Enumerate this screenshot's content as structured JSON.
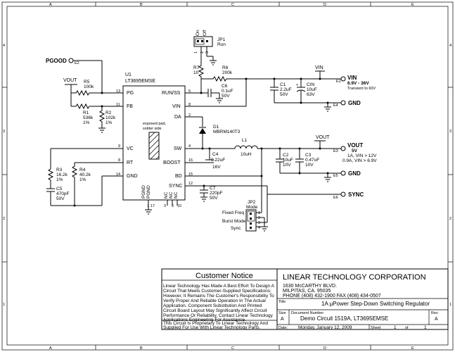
{
  "border": {
    "cols": [
      "A",
      "B",
      "C",
      "D",
      "E"
    ],
    "rows": [
      "4",
      "3",
      "2",
      "1"
    ]
  },
  "ports": {
    "pgood": "PGOOD",
    "e2": "E2",
    "vin": "VIN",
    "vin_range": "6.9V - 36V",
    "vin_note": "Transient to 60V",
    "e1": "E1",
    "gnd": "GND",
    "e4": "E4",
    "vout": "VOUT",
    "vout_v": "5V",
    "vout_note1": "1A, VIN > 12V",
    "vout_note2": "0.9A, VIN > 6.9V",
    "e3": "E3",
    "e5": "E5",
    "sync": "SYNC",
    "e6": "E6"
  },
  "nets": {
    "vout_left": "VOUT",
    "vin_top": "VIN",
    "vout_right": "VOUT"
  },
  "jp1": {
    "ref": "JP1",
    "label": "Run",
    "pin_on": "On",
    "pin_off": "Off",
    "p1": "1",
    "p2": "2",
    "p3": "3"
  },
  "jp2": {
    "ref": "JP2",
    "label": "Mode",
    "opt1": "Fixed Freq",
    "opt2": "Burst Mode",
    "opt3": "Sync",
    "p1": "1",
    "p2": "2",
    "p3": "3",
    "p4": "4"
  },
  "ic": {
    "ref": "U1",
    "part": "LT3695EMSE",
    "pad_note1": "exposed pad,",
    "pad_note2": "solder side",
    "pins": {
      "pg": "PG",
      "pg_n": "13",
      "fb": "FB",
      "fb_n": "11",
      "vc": "VC",
      "vc_n": "9",
      "rt": "RT",
      "rt_n": "8",
      "gnd": "GND",
      "gnd_n": "14",
      "run": "RUN/SS",
      "run_n": "5",
      "vin": "VIN",
      "vin_n": "8",
      "da": "DA",
      "da_n": "2",
      "sw": "SW",
      "sw_n": "4",
      "boost": "BOOST",
      "boost_n": "16",
      "bd": "BD",
      "bd_n": "15",
      "sync": "SYNC",
      "sync_n": "12",
      "pgnd": "PGND",
      "pgnd_n": "1",
      "pgnd2": "PGND",
      "pgnd2_n": "17",
      "nc1": "NC",
      "nc1_n": "3",
      "nc2": "NC",
      "nc2_n": "6",
      "nc3": "NC",
      "nc3_n": "10"
    }
  },
  "parts": {
    "r5": {
      "ref": "R5",
      "val": "100k"
    },
    "r1": {
      "ref": "R1",
      "val": "536k",
      "tol": "1%"
    },
    "r2": {
      "ref": "R2",
      "val": "102k",
      "tol": "1%"
    },
    "r7": {
      "ref": "R7",
      "val": "10"
    },
    "r6": {
      "ref": "R6",
      "val": "200k"
    },
    "c6": {
      "ref": "C6",
      "val": "0.1uF",
      "v": "50V"
    },
    "c1": {
      "ref": "C1",
      "val": "2.2uF",
      "v": "50V"
    },
    "cin": {
      "ref": "CIN",
      "val": "10uF",
      "v": "63V"
    },
    "d1": {
      "ref": "D1",
      "val": "MBRM140T3"
    },
    "l1": {
      "ref": "L1",
      "val": "10uH"
    },
    "c4": {
      "ref": "C4",
      "val": "0.22uF",
      "v": "16V"
    },
    "c2": {
      "ref": "C2",
      "val": "10uF",
      "v": "10V"
    },
    "c3": {
      "ref": "C3",
      "val": "0.47uF",
      "v": "10V"
    },
    "r3": {
      "ref": "R3",
      "val": "16.2k",
      "tol": "1%"
    },
    "r4": {
      "ref": "R4",
      "val": "40.2k",
      "tol": "1%"
    },
    "c5": {
      "ref": "C5",
      "val": "470pF",
      "v": "50V"
    },
    "c7": {
      "ref": "C7",
      "val": "220pF",
      "v": "50V"
    }
  },
  "notice": {
    "title": "Customer Notice",
    "lines": [
      "Linear Technology Has Made A Best Effort To Design A",
      "Circuit That Meets Customer-Supplied Specifications;",
      "However, It Remains The Customer's Responsibility To",
      "Verify Proper And Reliable Operation In The Actual",
      "Application. Component Substitution And Printed",
      "Circuit Board Layout May Significantly Affect Circuit",
      "Performance Or Reliability. Contact Linear Technology",
      "Applications Engineering For Assistance."
    ],
    "footer1": "This Circuit Is Proprietary To Linear Technology And",
    "footer2": "Supplied For Use With Linear Technology Parts."
  },
  "titleblock": {
    "company": "LINEAR TECHNOLOGY CORPORATION",
    "addr1": "1630 McCARTHY BLVD.",
    "addr2": "MILPITAS, CA. 95035",
    "addr3": "PHONE (408) 432-1900  FAX (408) 434-0507",
    "title_label": "Title",
    "title": "1A µPower Step-Down Switching Regulator",
    "size_label": "Size",
    "size": "A",
    "docnum_label": "Document Number",
    "docnum": "Demo Circuit 1519A, LT3695EMSE",
    "rev_label": "Rev",
    "rev": "A",
    "date_label": "Date:",
    "date": "Monday, January 12, 2009",
    "sheet_label": "Sheet",
    "sheet": "1",
    "of_label": "of",
    "of": "1"
  }
}
